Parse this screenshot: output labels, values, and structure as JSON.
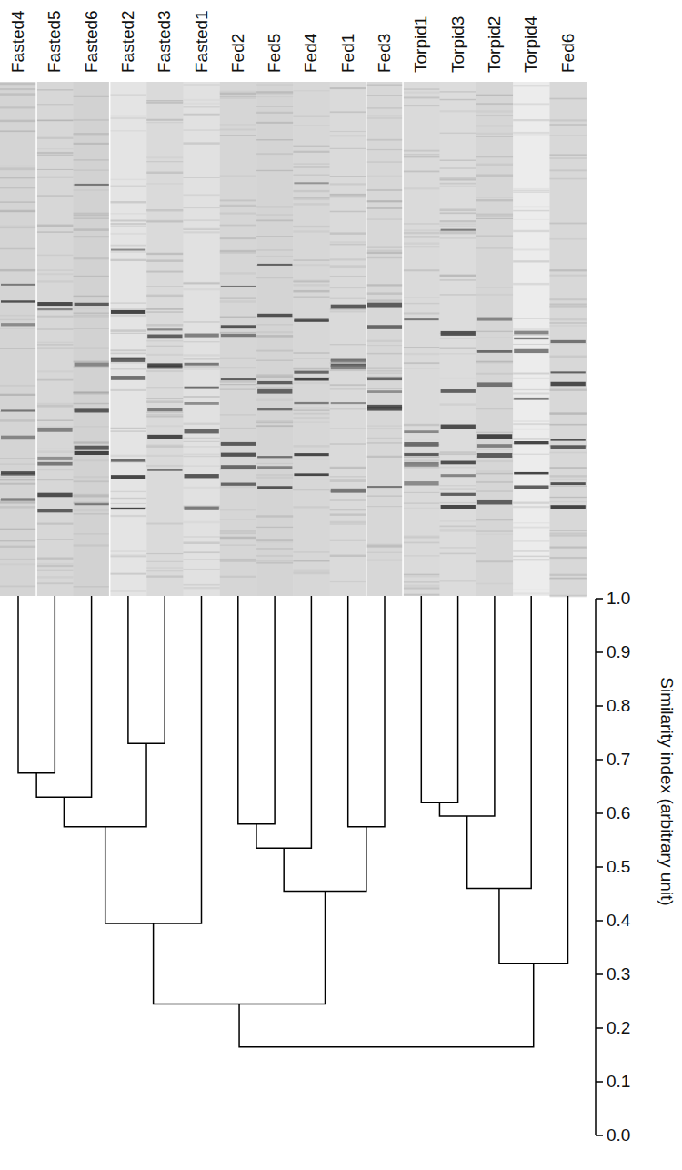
{
  "diagram": {
    "labels": [
      "Fasted4",
      "Fasted5",
      "Fasted6",
      "Fasted2",
      "Fasted3",
      "Fasted1",
      "Fed2",
      "Fed5",
      "Fed4",
      "Fed1",
      "Fed3",
      "Torpid1",
      "Torpid3",
      "Torpid2",
      "Torpid4",
      "Fed6",
      "1.0",
      "0.9",
      "0.8",
      "0.7",
      "0.6",
      "0.5",
      "0.4",
      "0.3",
      "0.2",
      "0.1",
      "0.0",
      "Similarity index (arbitrary unit)"
    ]
  }
}
